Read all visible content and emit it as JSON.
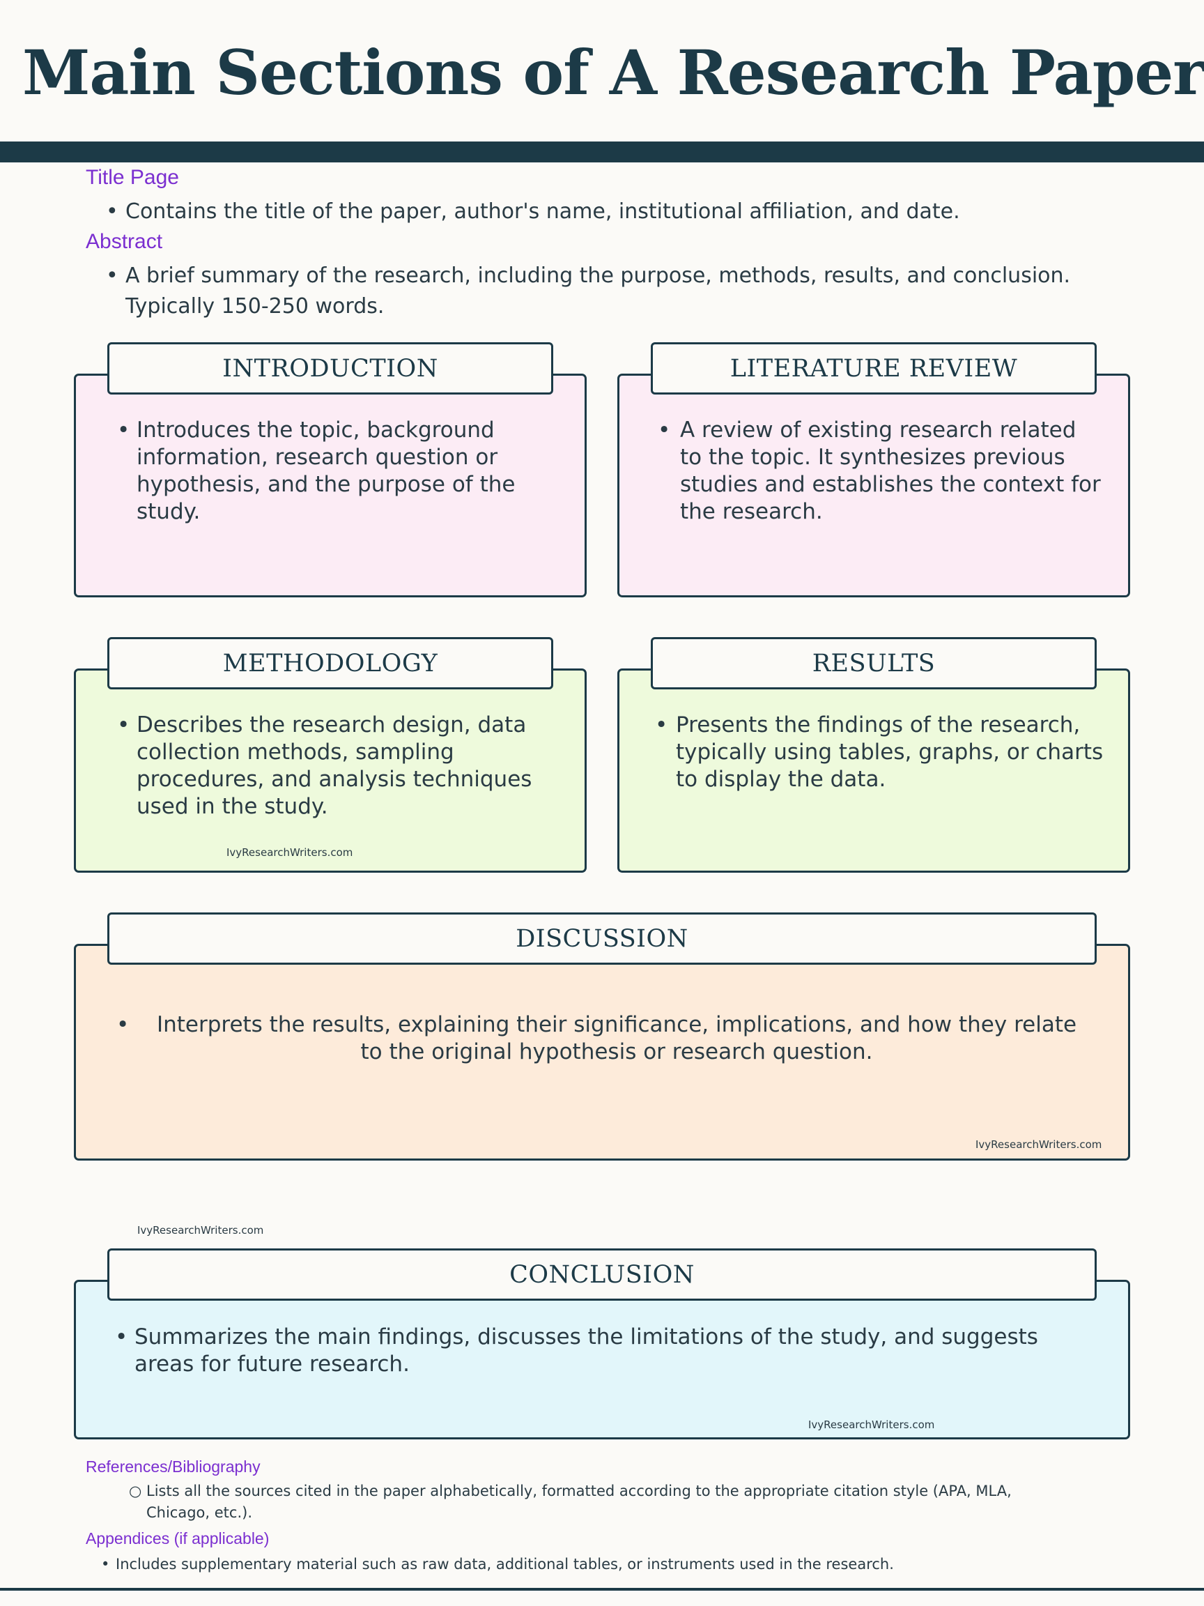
{
  "title": "Main Sections of A Research Paper",
  "intro_sections": [
    {
      "heading": "Title Page",
      "text": "Contains the title of the paper, author's name, institutional affiliation, and date."
    },
    {
      "heading": "Abstract",
      "text": "A brief summary of the research, including the purpose, methods, results, and conclusion. Typically 150-250 words."
    }
  ],
  "cards": {
    "introduction": {
      "title": "INTRODUCTION",
      "text": "Introduces the topic, background information, research question or hypothesis, and the purpose of the study."
    },
    "literature_review": {
      "title": "LITERATURE REVIEW",
      "text": "A review of existing research related to the topic. It synthesizes previous studies and establishes the context for the research."
    },
    "methodology": {
      "title": "METHODOLOGY",
      "text": "Describes the research design, data collection methods, sampling procedures, and analysis techniques used in the study."
    },
    "results": {
      "title": "RESULTS",
      "text": "Presents the findings of the research, typically using tables, graphs, or charts to display the data."
    },
    "discussion": {
      "title": "DISCUSSION",
      "text": "Interprets the results, explaining their significance, implications, and how they relate to the original hypothesis or research question."
    },
    "conclusion": {
      "title": "CONCLUSION",
      "text": "Summarizes the main findings, discusses the limitations of the study, and suggests areas for future research."
    }
  },
  "watermark": "IvyResearchWriters.com",
  "end_sections": [
    {
      "heading": "References/Bibliography",
      "text": "Lists all the sources cited in the paper alphabetically, formatted according to the appropriate citation style (APA, MLA, Chicago, etc.)."
    },
    {
      "heading": "Appendices (if applicable)",
      "text": "Includes supplementary material such as raw data, additional tables, or instruments used in the research."
    }
  ],
  "bullets": {
    "filled": "•",
    "hollow": "○"
  },
  "colors": {
    "title": "#1c3a47",
    "heading_accent": "#7b2fd0",
    "intro_bg": "#fcecf5",
    "methods_bg": "#eefadc",
    "discussion_bg": "#fdebda",
    "conclusion_bg": "#e2f6fa"
  }
}
